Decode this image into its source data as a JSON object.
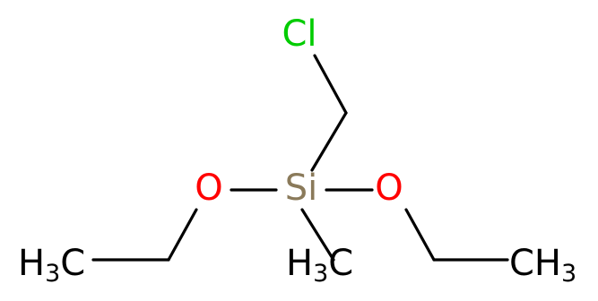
{
  "molecule": {
    "atoms": {
      "cl": {
        "text": "Cl",
        "color": "#00cc00"
      },
      "si": {
        "text": "Si",
        "color": "#8a7a5a"
      },
      "o_left": {
        "text": "O",
        "color": "#ff0000"
      },
      "o_right": {
        "text": "O",
        "color": "#ff0000"
      },
      "ch3_left": {
        "main": "H",
        "sub": "3",
        "tail": "C",
        "color": "#000000"
      },
      "ch3_methyl": {
        "main": "H",
        "sub": "3",
        "tail": "C",
        "color": "#000000"
      },
      "ch3_right": {
        "main": "CH",
        "sub": "3",
        "color": "#000000"
      }
    }
  }
}
